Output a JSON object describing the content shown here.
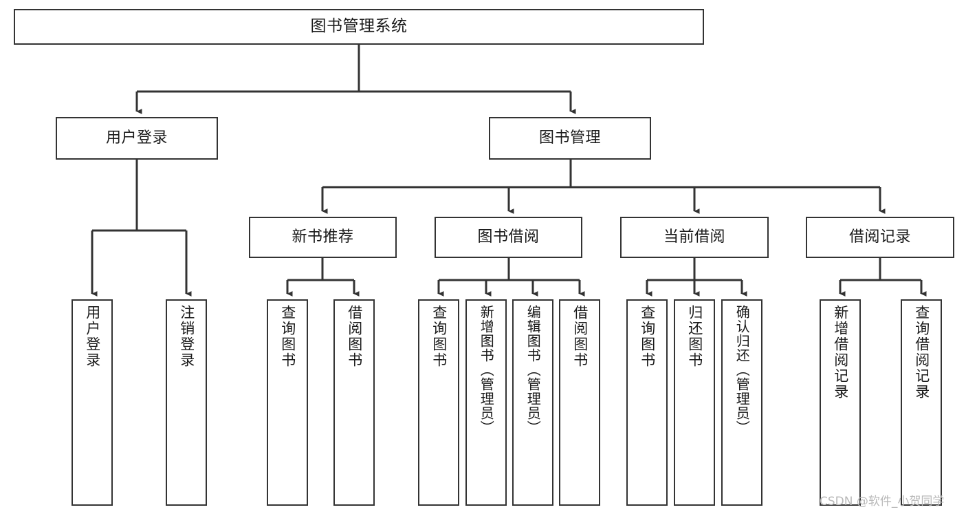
{
  "diagram": {
    "title": "图书管理系统",
    "type": "tree-hierarchy-chart",
    "watermark": "CSDN @软件_小贺同学",
    "colors": {
      "node_border": "#333333",
      "node_fill": "#ffffff",
      "edge": "#333333",
      "text": "#1a1a1a",
      "watermark": "#b8b8b8",
      "background": "#ffffff"
    },
    "nodes": {
      "root": {
        "label": "图书管理系统"
      },
      "level2": [
        {
          "id": "user-login",
          "label": "用户登录"
        },
        {
          "id": "book-management",
          "label": "图书管理"
        }
      ],
      "level3": [
        {
          "id": "new-book-recommend",
          "label": "新书推荐"
        },
        {
          "id": "book-borrow",
          "label": "图书借阅"
        },
        {
          "id": "current-borrow",
          "label": "当前借阅"
        },
        {
          "id": "borrow-record",
          "label": "借阅记录"
        }
      ],
      "leaves": {
        "user_login": [
          {
            "id": "leaf-user-login",
            "label": "用户登录"
          },
          {
            "id": "leaf-logout",
            "label": "注销登录"
          }
        ],
        "new_book_recommend": [
          {
            "id": "leaf-query-book-1",
            "label": "查询图书"
          },
          {
            "id": "leaf-borrow-book-1",
            "label": "借阅图书"
          }
        ],
        "book_borrow": [
          {
            "id": "leaf-query-book-2",
            "label": "查询图书"
          },
          {
            "id": "leaf-add-book",
            "label": "新增图书（管理员）"
          },
          {
            "id": "leaf-edit-book",
            "label": "编辑图书（管理员）"
          },
          {
            "id": "leaf-borrow-book-2",
            "label": "借阅图书"
          }
        ],
        "current_borrow": [
          {
            "id": "leaf-query-book-3",
            "label": "查询图书"
          },
          {
            "id": "leaf-return-book",
            "label": "归还图书"
          },
          {
            "id": "leaf-confirm-return",
            "label": "确认归还（管理员）"
          }
        ],
        "borrow_record": [
          {
            "id": "leaf-add-record",
            "label": "新增借阅记录"
          },
          {
            "id": "leaf-query-record",
            "label": "查询借阅记录"
          }
        ]
      }
    }
  }
}
